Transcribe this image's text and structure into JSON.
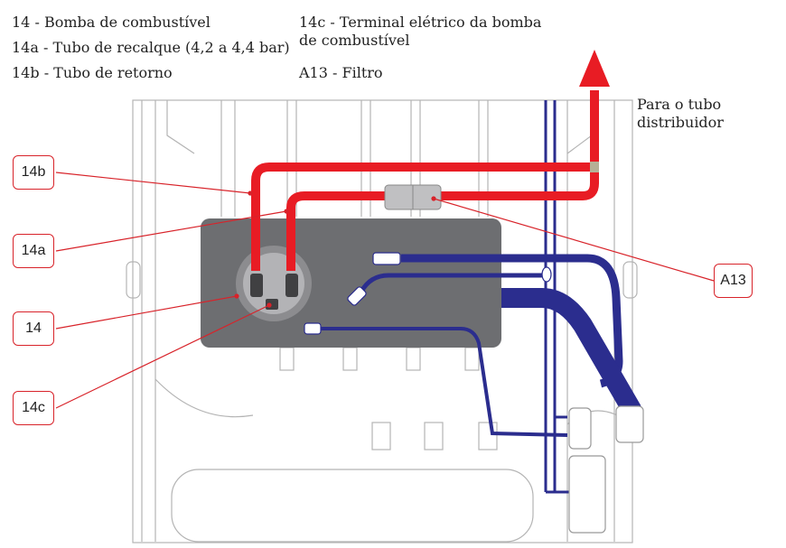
{
  "legend": {
    "item_14": "14 - Bomba de combustível",
    "item_14a": "14a - Tubo de recalque (4,2 a 4,4 bar)",
    "item_14b": "14b - Tubo de retorno",
    "item_14c_line1": "14c - Terminal elétrico da bomba",
    "item_14c_line2": "de combustível",
    "item_a13": "A13 - Filtro"
  },
  "annotation": {
    "line1": "Para o tubo",
    "line2": "distribuidor"
  },
  "callouts": {
    "c14b": "14b",
    "c14a": "14a",
    "c14": "14",
    "c14c": "14c",
    "a13": "A13"
  },
  "colors": {
    "fuel_red": "#e81c24",
    "line_blue": "#2b2d8e",
    "tank_gray": "#6d6e71",
    "outline_gray": "#b4b4b4"
  }
}
